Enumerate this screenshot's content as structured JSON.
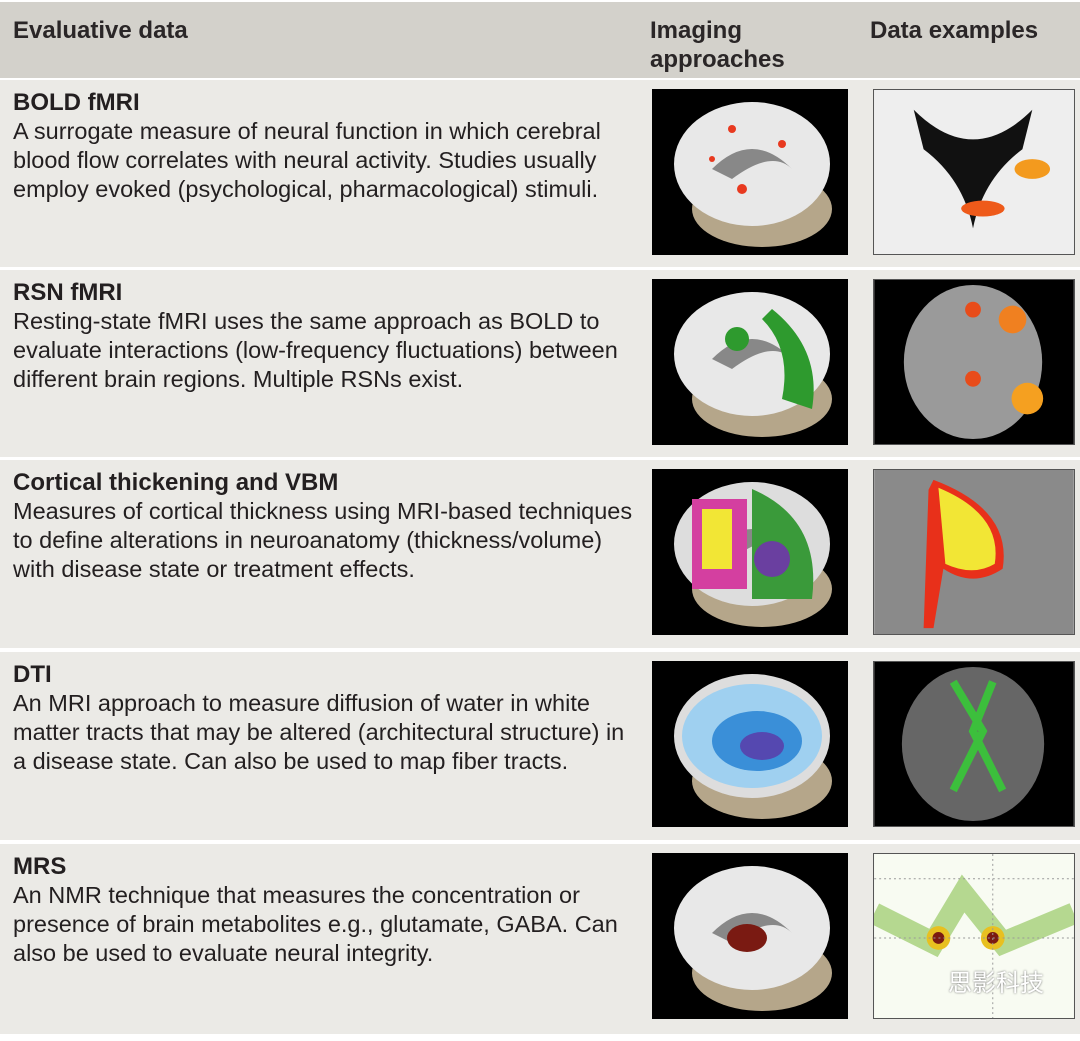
{
  "header": {
    "col1": "Evaluative data",
    "col2": "Imaging approaches",
    "col3": "Data examples"
  },
  "rows": [
    {
      "title": "BOLD fMRI",
      "description": "A surrogate measure of neural function in which cerebral blood flow correlates with neural activity. Studies usually employ evoked (psychological, pharmacological) stimuli.",
      "accent": "#e8391f"
    },
    {
      "title": "RSN fMRI",
      "description": "Resting-state fMRI uses the same approach as BOLD to evaluate interactions (low-frequency fluctuations) between different brain regions. Multiple RSNs exist.",
      "accent": "#2e9a2e"
    },
    {
      "title": "Cortical thickening and VBM",
      "description": "Measures of cortical thickness using MRI-based techniques to define alterations in neuroanatomy (thickness/volume) with disease state or treatment effects.",
      "accent": "#f2e635"
    },
    {
      "title": "DTI",
      "description": "An MRI approach to measure diffusion of water in white matter tracts that may be altered (architectural structure) in a disease state. Can also be used to map fiber tracts.",
      "accent": "#3a8fd8"
    },
    {
      "title": "MRS",
      "description": "An NMR technique that measures the concentration or presence of brain metabolites e.g., glutamate, GABA. Can also be used to evaluate neural integrity.",
      "accent": "#7a1a12"
    }
  ],
  "watermark": "思影科技"
}
